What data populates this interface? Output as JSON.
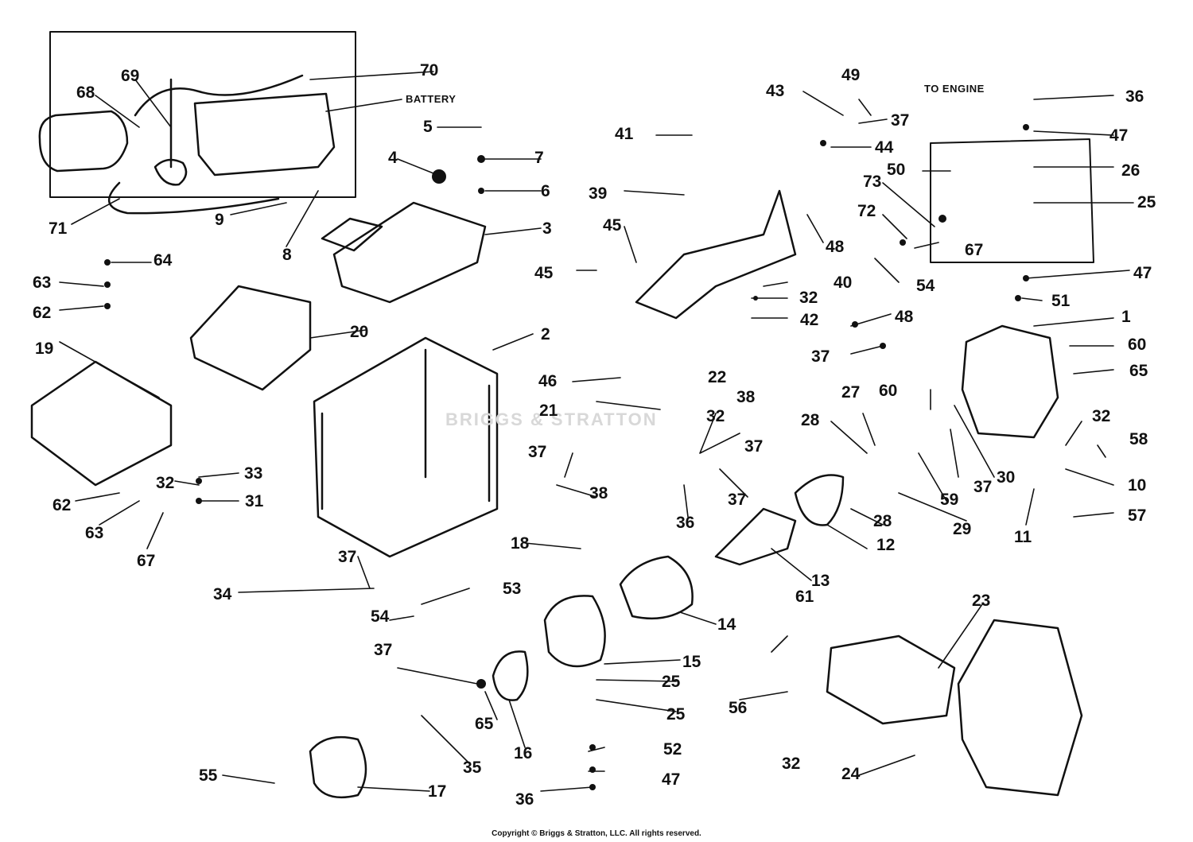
{
  "diagram": {
    "labels": {
      "battery": "BATTERY",
      "to_engine": "TO ENGINE",
      "n1": "1",
      "n2": "2",
      "n3": "3",
      "n4": "4",
      "n5": "5",
      "n6": "6",
      "n7": "7",
      "n8": "8",
      "n9": "9",
      "n10": "10",
      "n11": "11",
      "n12": "12",
      "n13": "13",
      "n14": "14",
      "n15": "15",
      "n16": "16",
      "n17": "17",
      "n18": "18",
      "n19": "19",
      "n20": "20",
      "n21": "21",
      "n22": "22",
      "n23": "23",
      "n24": "24",
      "n25": "25",
      "n26": "26",
      "n27": "27",
      "n28": "28",
      "n29": "29",
      "n30": "30",
      "n31": "31",
      "n32": "32",
      "n33": "33",
      "n34": "34",
      "n35": "35",
      "n36": "36",
      "n37": "37",
      "n38": "38",
      "n39": "39",
      "n40": "40",
      "n41": "41",
      "n42": "42",
      "n43": "43",
      "n44": "44",
      "n45": "45",
      "n46": "46",
      "n47": "47",
      "n48": "48",
      "n49": "49",
      "n50": "50",
      "n51": "51",
      "n52": "52",
      "n53": "53",
      "n54": "54",
      "n55": "55",
      "n56": "56",
      "n57": "57",
      "n58": "58",
      "n59": "59",
      "n60": "60",
      "n61": "61",
      "n62": "62",
      "n63": "63",
      "n64": "64",
      "n65": "65",
      "n67": "67",
      "n68": "68",
      "n69": "69",
      "n70": "70",
      "n71": "71",
      "n72": "72",
      "n73": "73"
    },
    "watermark": "BRIGGS & STRATTON",
    "copyright": "Copyright © Briggs & Stratton, LLC. All rights reserved."
  },
  "colors": {
    "ink": "#111111",
    "watermark": "#d8d8d8",
    "background": "#ffffff"
  }
}
